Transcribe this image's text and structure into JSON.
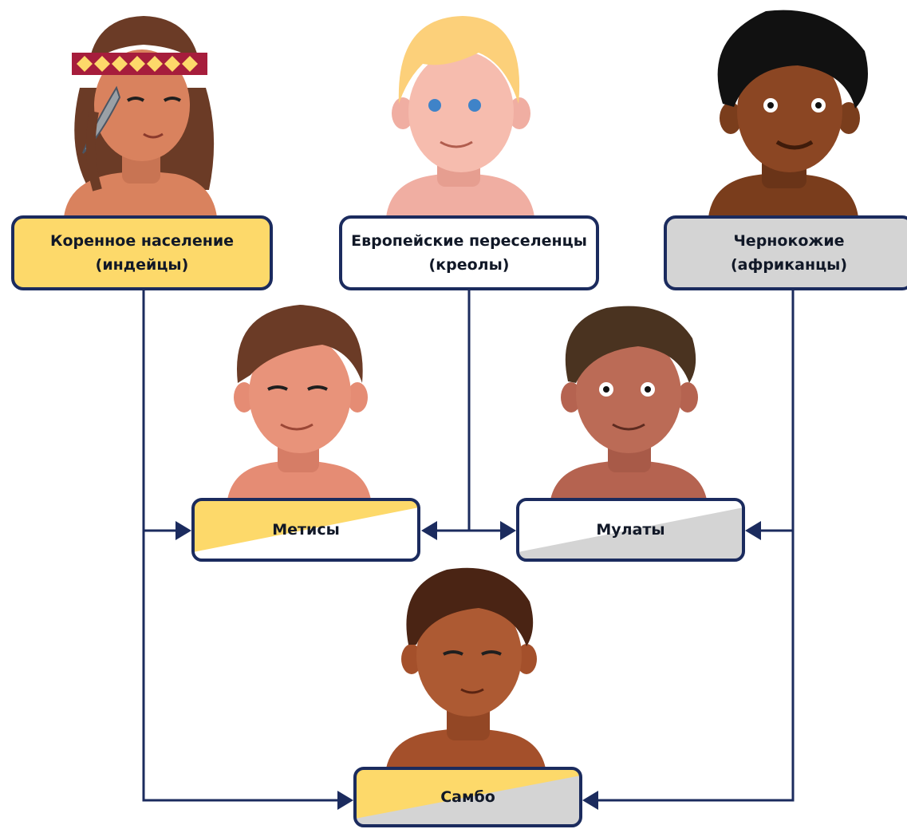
{
  "colors": {
    "navy": "#1b2b5e",
    "yellow": "#fdd96a",
    "grey": "#d4d4d4",
    "white": "#ffffff"
  },
  "nodes": {
    "indians": {
      "label": "Коренное население\n(индейцы)",
      "person": "indian-woman-with-feather-headband"
    },
    "creoles": {
      "label": "Европейские переселенцы\n(креолы)",
      "person": "blond-european-man"
    },
    "africans": {
      "label": "Чернокожие\n(африканцы)",
      "person": "curly-haired-african-man"
    },
    "mestizos": {
      "label": "Метисы",
      "person": "brown-haired-man"
    },
    "mulattoes": {
      "label": "Мулаты",
      "person": "curly-haired-medium-skin-man"
    },
    "zambos": {
      "label": "Самбо",
      "person": "curly-haired-dark-skin-man"
    }
  }
}
